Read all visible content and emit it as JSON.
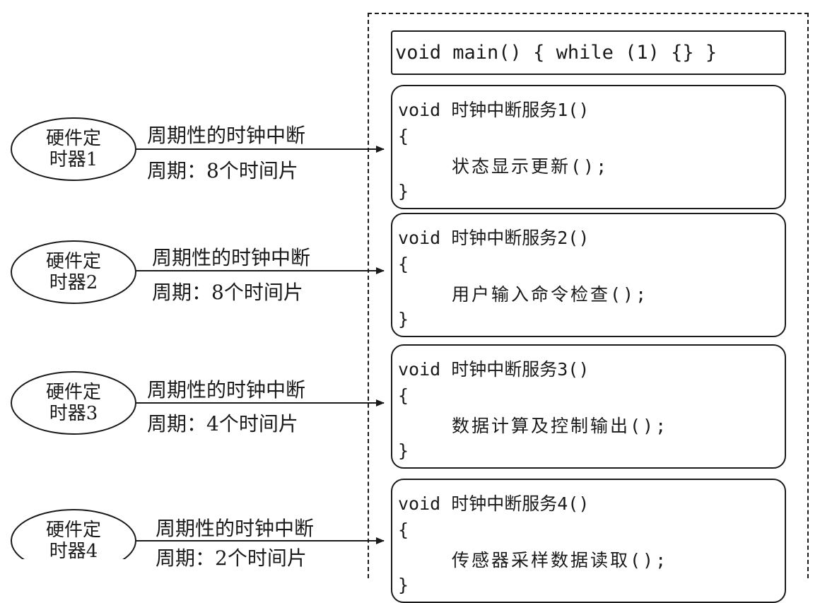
{
  "main_function": "void main() { while (1) {} }",
  "timers": [
    {
      "name": "硬件定时器1",
      "line1": "硬件定",
      "line2": "时器1",
      "signal": "周期性的时钟中断",
      "period": "周期：8个时间片"
    },
    {
      "name": "硬件定时器2",
      "line1": "硬件定",
      "line2": "时器2",
      "signal": "周期性的时钟中断",
      "period": "周期：8个时间片"
    },
    {
      "name": "硬件定时器3",
      "line1": "硬件定",
      "line2": "时器3",
      "signal": "周期性的时钟中断",
      "period": "周期：4个时间片"
    },
    {
      "name": "硬件定时器4",
      "line1": "硬件定",
      "line2": "时器4",
      "signal": "周期性的时钟中断",
      "period": "周期：2个时间片"
    }
  ],
  "isrs": [
    {
      "header": "void 时钟中断服务1()",
      "open": "{",
      "body": "状态显示更新();",
      "close": "}"
    },
    {
      "header": "void 时钟中断服务2()",
      "open": "{",
      "body": "用户输入命令检查();",
      "close": "}"
    },
    {
      "header": "void 时钟中断服务3()",
      "open": "{",
      "body": "数据计算及控制输出();",
      "close": "}"
    },
    {
      "header": "void 时钟中断服务4()",
      "open": "{",
      "body": "传感器采样数据读取();",
      "close": "}"
    }
  ],
  "colors": {
    "stroke": "#1a1a1a",
    "background": "#ffffff"
  }
}
